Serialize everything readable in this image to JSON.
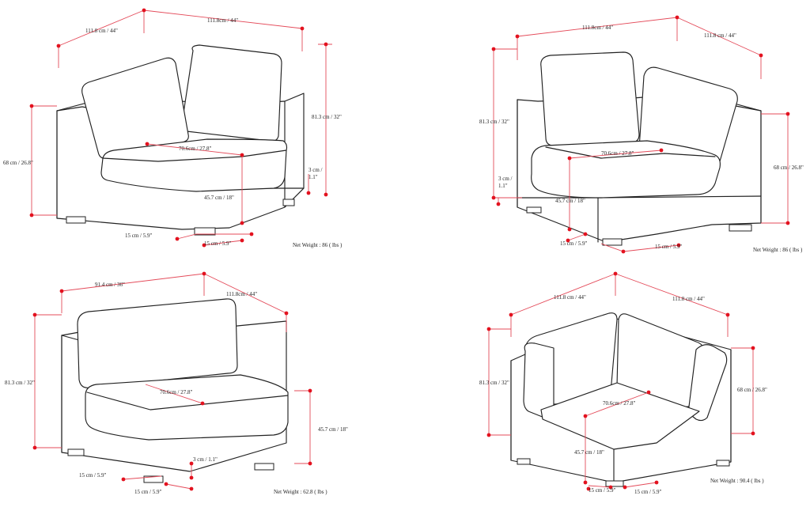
{
  "views": [
    {
      "id": "view1",
      "labels": {
        "depth_top": "111.8 cm / 44\"",
        "width_top": "111.8cm / 44\"",
        "height_total": "81.3 cm / 32\"",
        "arm_height": "68 cm / 26.8\"",
        "seat_depth": "70.6cm / 27.8\"",
        "seat_height": "45.7 cm / 18\"",
        "leg_height_a": "3 cm /",
        "leg_height_b": "1.1\"",
        "leg_a": "15 cm / 5.9\"",
        "leg_b": "15 cm / 5.9\""
      },
      "net_weight": "Net Weight : 86 ( lbs )"
    },
    {
      "id": "view2",
      "labels": {
        "width_top": "111.8cm / 44\"",
        "depth_top": "111.8 cm / 44\"",
        "height_total": "81.3 cm / 32\"",
        "arm_height": "68 cm / 26.8\"",
        "seat_depth": "70.6cm / 27.8\"",
        "seat_height": "45.7 cm / 18\"",
        "leg_height_a": "3 cm /",
        "leg_height_b": "1.1\"",
        "leg_a": "15 cm / 5.9\"",
        "leg_b": "15 cm / 5.9\""
      },
      "net_weight": "Net Weight : 86 ( lbs )"
    },
    {
      "id": "view3",
      "labels": {
        "width_top": "91.4 cm / 36\"",
        "depth_top": "111.8cm / 44\"",
        "height_total": "81.3 cm / 32\"",
        "seat_depth": "70.6cm / 27.8\"",
        "seat_height": "45.7 cm / 18\"",
        "leg_height": "3 cm / 1.1\"",
        "leg_a": "15 cm / 5.9\"",
        "leg_b": "15 cm / 5.9\""
      },
      "net_weight": "Net Weight : 62.8 ( lbs )"
    },
    {
      "id": "view4",
      "labels": {
        "depth_top": "111.8 cm / 44\"",
        "width_top": "111.8 cm / 44\"",
        "height_total": "81.3 cm / 32\"",
        "arm_height": "68 cm / 26.8\"",
        "seat_depth": "70.6cm / 27.8\"",
        "seat_height": "45.7 cm / 18\"",
        "leg_a": "15 cm / 5.9\"",
        "leg_b": "15 cm / 5.9\""
      },
      "net_weight": "Net Weight : 90.4 ( lbs )"
    }
  ]
}
